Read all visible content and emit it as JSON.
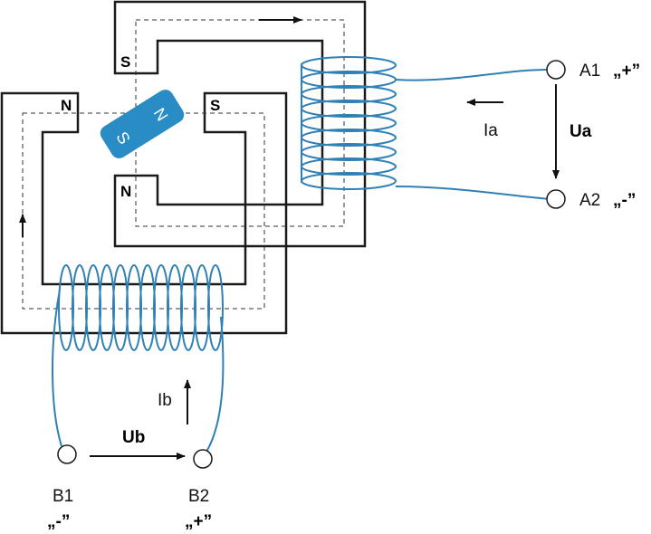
{
  "rotor": {
    "pole_a": "N",
    "pole_b": "S",
    "color": "#2a8cc4"
  },
  "stator_poles": {
    "top_right_upper": "S",
    "top_right_lower": "N",
    "left_upper": "N",
    "left_inner": "S"
  },
  "terminals": {
    "a1": {
      "name": "A1",
      "polarity": "„+”"
    },
    "a2": {
      "name": "A2",
      "polarity": "„-”"
    },
    "b1": {
      "name": "B1",
      "polarity": "„-”"
    },
    "b2": {
      "name": "B2",
      "polarity": "„+”"
    }
  },
  "quantities": {
    "ia": "Ia",
    "ua": "Ua",
    "ib": "Ib",
    "ub": "Ub"
  },
  "colors": {
    "coil": "#2f80b5",
    "core": "#1a1a1a",
    "flux_path": "#333333",
    "arrow": "#111111"
  }
}
